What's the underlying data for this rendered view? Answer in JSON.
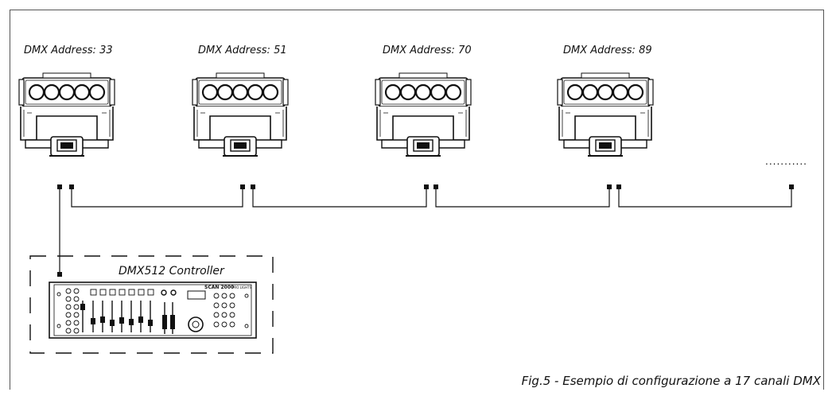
{
  "fixtures": [
    {
      "address_label": "DMX Address: 33"
    },
    {
      "address_label": "DMX Address: 51"
    },
    {
      "address_label": "DMX Address: 70"
    },
    {
      "address_label": "DMX Address: 89"
    }
  ],
  "continuation": "...........",
  "controller": {
    "label": "DMX512 Controller",
    "brand": "SCAN 2000",
    "brand_sub": "PRO LIGHTS"
  },
  "caption": "Fig.5 - Esempio di configurazione a 17 canali DMX",
  "colors": {
    "line": "#111111",
    "frame": "#555555"
  }
}
